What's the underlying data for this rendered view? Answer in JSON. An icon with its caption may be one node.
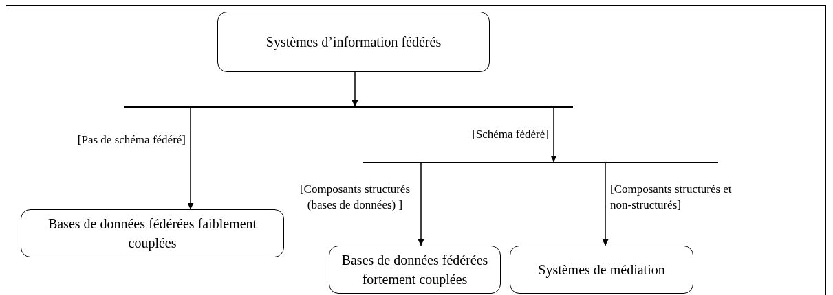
{
  "diagram": {
    "nodes": [
      {
        "text": [
          "Systèmes d’information fédérés"
        ]
      },
      {
        "text": [],
        "shape": "bar"
      },
      {
        "text": [
          "Bases de données fédérées faiblement couplées"
        ]
      },
      {
        "text": [],
        "shape": "bar"
      },
      {
        "text": [
          "Bases de données fédérées fortement couplées"
        ]
      },
      {
        "text": [
          "Systèmes de médiation"
        ]
      }
    ],
    "edges": [
      {
        "from": 0,
        "to": 1,
        "arrow": "to"
      },
      {
        "from": 1,
        "to": 2,
        "arrow": "to",
        "label": "[Pas de schéma fédéré]"
      },
      {
        "from": 1,
        "to": 3,
        "arrow": "to",
        "label": "[Schéma fédéré]"
      },
      {
        "from": 3,
        "to": 4,
        "arrow": "to",
        "label": "[Composants structurés (bases de données) ]"
      },
      {
        "from": 3,
        "to": 5,
        "arrow": "to",
        "label": "[Composants structurés et non-structurés]"
      }
    ]
  }
}
